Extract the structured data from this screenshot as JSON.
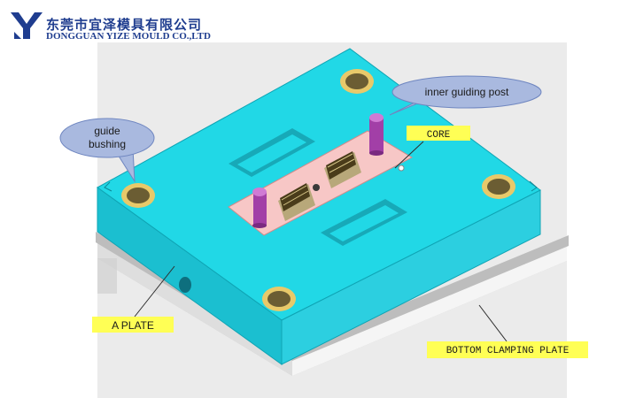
{
  "header": {
    "company_cn": "东莞市宜泽模具有限公司",
    "company_en": "DONGGUAN YIZE MOULD CO.,LTD",
    "logo_icon": "yize-logo-icon"
  },
  "callouts": {
    "guide_bushing_line1": "guide",
    "guide_bushing_line2": "bushing",
    "inner_guiding_post": "inner guiding post"
  },
  "labels": {
    "core": "CORE",
    "a_plate": "A PLATE",
    "bottom_clamping_plate": "BOTTOM CLAMPING PLATE"
  },
  "colors": {
    "a_plate": "#1fd6e4",
    "core": "#f6c5c4",
    "guiding_post": "#b04ab4",
    "label_yellow": "#ffff55",
    "callout_bubble": "#a9b9df",
    "brand_blue": "#1f3d8f"
  }
}
